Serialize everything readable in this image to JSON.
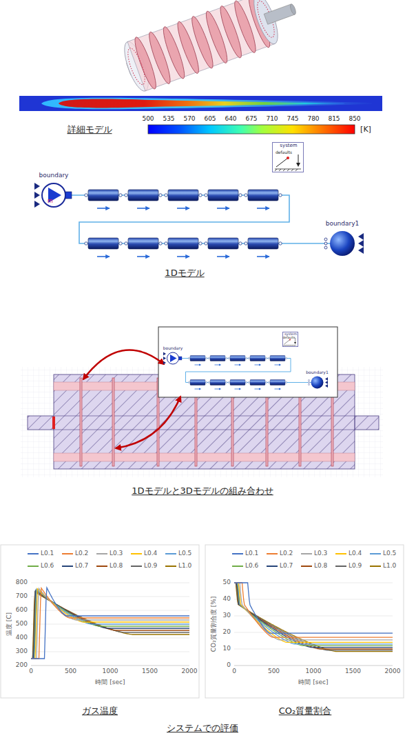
{
  "diagram": {
    "nodes": [
      {
        "text": [
          "boundary",
          "m"
        ]
      },
      {
        "text": [
          "system",
          "defaults"
        ]
      },
      {
        "text": [
          "boundary1"
        ]
      },
      {
        "text": [
          "boundary"
        ]
      },
      {
        "text": [
          "system",
          "defaults"
        ]
      },
      {
        "text": [
          "boundary1"
        ]
      }
    ],
    "edges": [
      {
        "from": 0,
        "to": 2,
        "arrow": "none"
      },
      {
        "from": 3,
        "to": 5,
        "arrow": "none"
      }
    ],
    "labels": [
      "詳細モデル",
      "500",
      "535",
      "570",
      "605",
      "640",
      "675",
      "710",
      "745",
      "780",
      "815",
      "850",
      "[K]",
      "1Dモデル",
      "1Dモデルと3Dモデルの組み合わせ",
      "800",
      "700",
      "600",
      "500",
      "400",
      "300",
      "200",
      "0",
      "500",
      "1000",
      "1500",
      "2000",
      "温度 [C]",
      "時間 [sec]",
      "50",
      "40",
      "30",
      "20",
      "10",
      "0",
      "0",
      "500",
      "1000",
      "1500",
      "2000",
      "CO₂質量割合度 [%]",
      "時間 [sec]",
      "ガス温度",
      "CO₂質量割合",
      "システムでの評価"
    ],
    "legend": [
      {
        "text": "L0.1"
      },
      {
        "text": "L0.2"
      },
      {
        "text": "L0.3"
      },
      {
        "text": "L0.4"
      },
      {
        "text": "L0.5"
      },
      {
        "text": "L0.6"
      },
      {
        "text": "L0.7"
      },
      {
        "text": "L0.8"
      },
      {
        "text": "L0.9"
      },
      {
        "text": "L1.0"
      },
      {
        "text": "L0.1"
      },
      {
        "text": "L0.2"
      },
      {
        "text": "L0.3"
      },
      {
        "text": "L0.4"
      },
      {
        "text": "L0.5"
      },
      {
        "text": "L0.6"
      },
      {
        "text": "L0.7"
      },
      {
        "text": "L0.8"
      },
      {
        "text": "L0.9"
      },
      {
        "text": "L1.0"
      }
    ]
  }
}
